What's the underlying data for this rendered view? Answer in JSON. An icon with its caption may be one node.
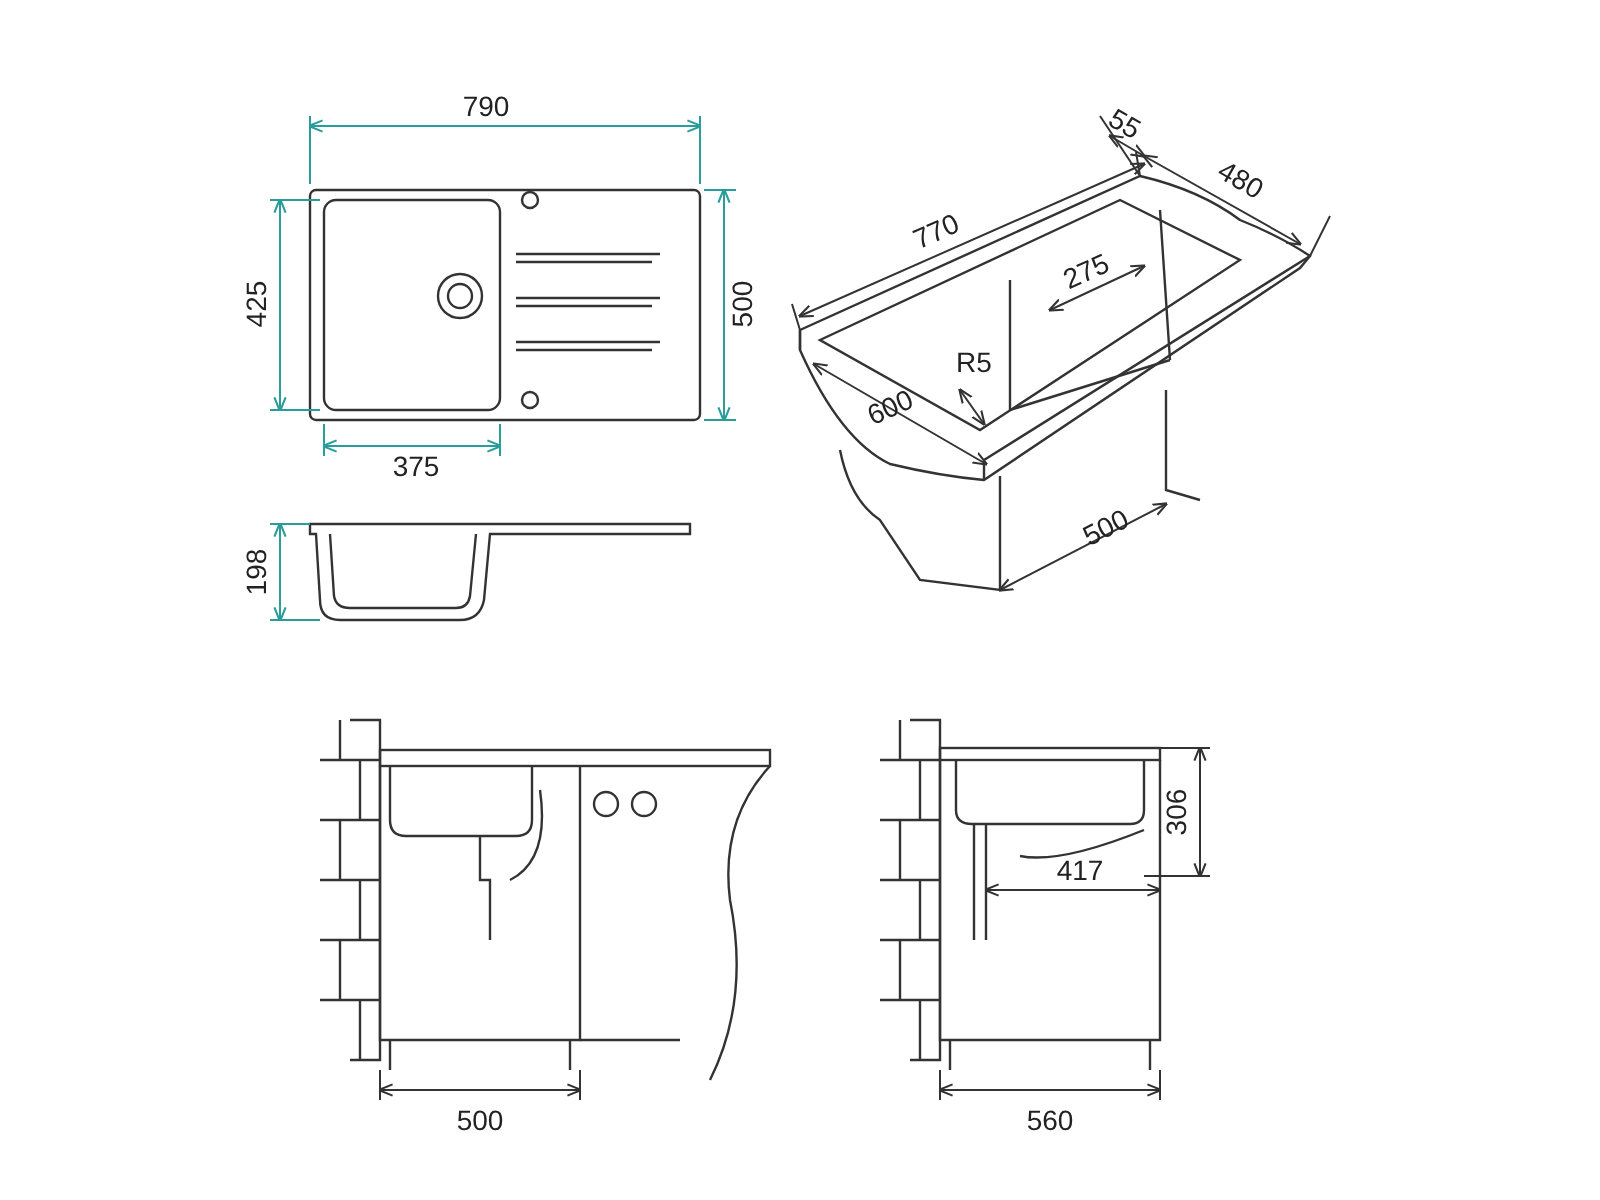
{
  "diagram": {
    "labels": [
      "790",
      "55",
      "480",
      "770",
      "425",
      "500",
      "275",
      "R5",
      "600",
      "375",
      "500",
      "198",
      "306",
      "417",
      "500",
      "560"
    ]
  }
}
